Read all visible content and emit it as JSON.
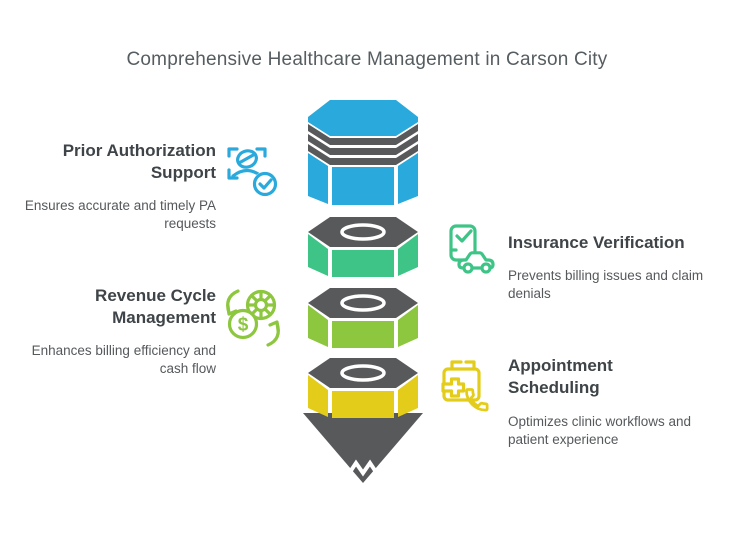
{
  "title": "Comprehensive Healthcare Management in Carson City",
  "sections": [
    {
      "id": "prior-authorization-support",
      "heading": "Prior Authorization Support",
      "description": "Ensures accurate and timely PA requests",
      "icon": "user-verification-icon",
      "color": "#29a9dc",
      "side": "left"
    },
    {
      "id": "insurance-verification",
      "heading": "Insurance Verification",
      "description": "Prevents billing issues and claim denials",
      "icon": "document-check-car-icon",
      "color": "#3ec487",
      "side": "right"
    },
    {
      "id": "revenue-cycle-management",
      "heading": "Revenue Cycle Management",
      "description": "Enhances billing efficiency and cash flow",
      "icon": "money-cycle-icon",
      "color": "#8dc63f",
      "side": "left"
    },
    {
      "id": "appointment-scheduling",
      "heading": "Appointment Scheduling",
      "description": "Optimizes clinic workflows and patient experience",
      "icon": "calendar-phone-icon",
      "color": "#e3cd1a",
      "side": "right"
    }
  ],
  "funnel": {
    "type": "faceted-funnel",
    "segment_colors": [
      "#29a9dc",
      "#3ec487",
      "#8dc63f",
      "#e3cd1a"
    ],
    "cone_color": "#58595b",
    "separator_color": "#ffffff"
  },
  "dollar_sign": "$"
}
